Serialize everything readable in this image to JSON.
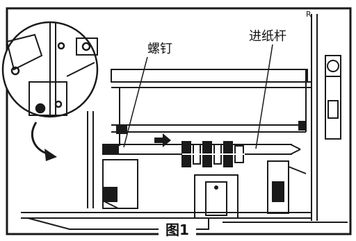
{
  "labels": {
    "screw": "螺钉",
    "feed_rod": "进纸杆"
  },
  "caption": "图1",
  "colors": {
    "line": "#1a1a1a",
    "background": "#ffffff"
  }
}
